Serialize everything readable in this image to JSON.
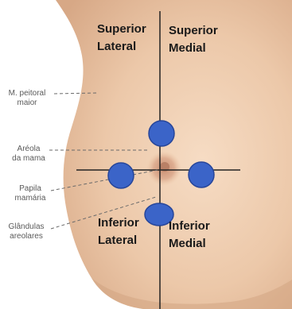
{
  "quadrants": {
    "superior_lateral": [
      "Superior",
      "Lateral"
    ],
    "superior_medial": [
      "Superior",
      "Medial"
    ],
    "inferior_lateral": [
      "Inferior",
      "Lateral"
    ],
    "inferior_medial": [
      "Inferior",
      "Medial"
    ]
  },
  "labels": {
    "peitoral": [
      "M. peitoral",
      "maior"
    ],
    "areola": [
      "Aréola",
      "da mama"
    ],
    "papila": [
      "Papila",
      "mamária"
    ],
    "glandulas": [
      "Glândulas",
      "areolares"
    ]
  },
  "colors": {
    "skin_light": "#f1d2b7",
    "skin_mid": "#e3b896",
    "skin_edge": "#cf9f7d",
    "background": "#ffffff",
    "axis_line": "#222222",
    "marker_fill": "#3b64c8",
    "marker_stroke": "#27469a",
    "leader_line": "#6a6a6a"
  }
}
